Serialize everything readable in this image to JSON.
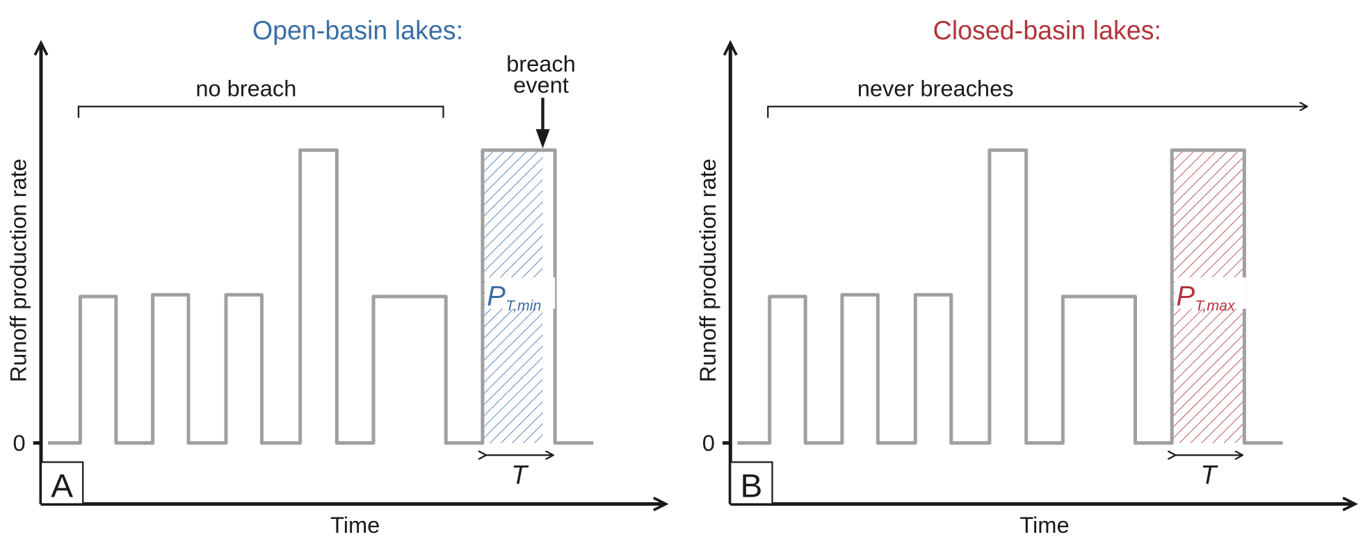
{
  "colors": {
    "open": "#3a6ea5",
    "closed": "#b0343a",
    "signal": "#a0a0a0",
    "axis": "#1a1a1a"
  },
  "panels": [
    {
      "letter": "A",
      "title": "Open-basin lakes:",
      "bracket_label": "no breach",
      "event_label_1": "breach",
      "event_label_2": "event",
      "p_main": "P",
      "p_sub": "T,min",
      "duration_label": "T",
      "y_label": "Runoff production rate",
      "x_label": "Time",
      "zero_label": "0"
    },
    {
      "letter": "B",
      "title": "Closed-basin lakes:",
      "bracket_label": "never breaches",
      "p_main": "P",
      "p_sub": "T,max",
      "duration_label": "T",
      "y_label": "Runoff production rate",
      "x_label": "Time",
      "zero_label": "0"
    }
  ]
}
